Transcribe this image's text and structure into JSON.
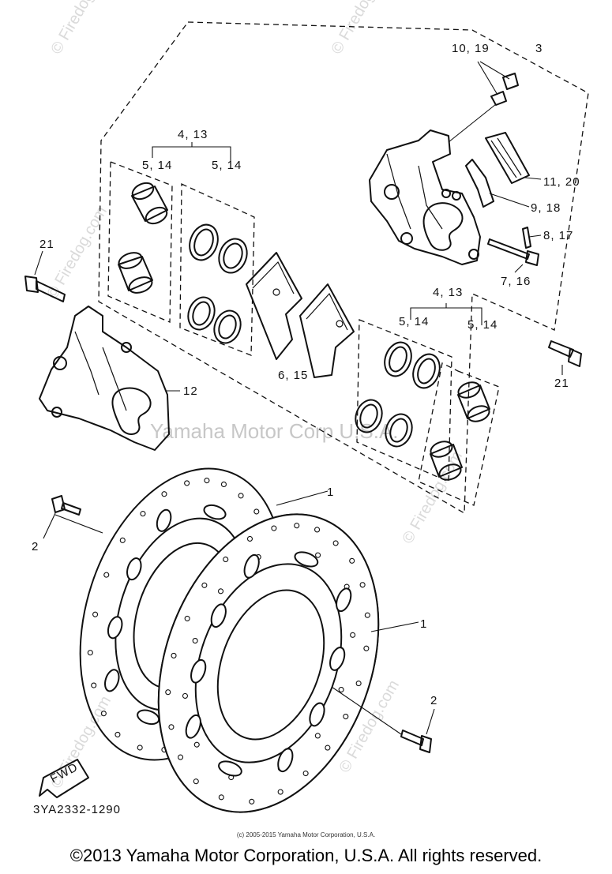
{
  "diagram": {
    "callouts": {
      "c_10_19": "10, 19",
      "c_3": "3",
      "c_4_13_top": "4, 13",
      "c_5_14_a": "5, 14",
      "c_5_14_b": "5, 14",
      "c_11_20": "11, 20",
      "c_9_18": "9, 18",
      "c_8_17": "8, 17",
      "c_7_16": "7, 16",
      "c_21_left": "21",
      "c_21_right": "21",
      "c_12": "12",
      "c_6_15": "6, 15",
      "c_4_13_mid": "4, 13",
      "c_5_14_c": "5, 14",
      "c_5_14_d": "5, 14",
      "c_1_top": "1",
      "c_1_mid": "1",
      "c_2_left": "2",
      "c_2_right": "2",
      "fwd": "FWD",
      "diagram_code": "3YA2332-1290"
    },
    "watermark_center": "Yamaha Motor Corp U.S.A.",
    "watermark_site": "© Firedog.com"
  },
  "footer": {
    "small_copyright": "(c) 2005-2015 Yamaha Motor Corporation, U.S.A.",
    "copyright": "©2013 Yamaha Motor Corporation, U.S.A. All rights reserved."
  }
}
